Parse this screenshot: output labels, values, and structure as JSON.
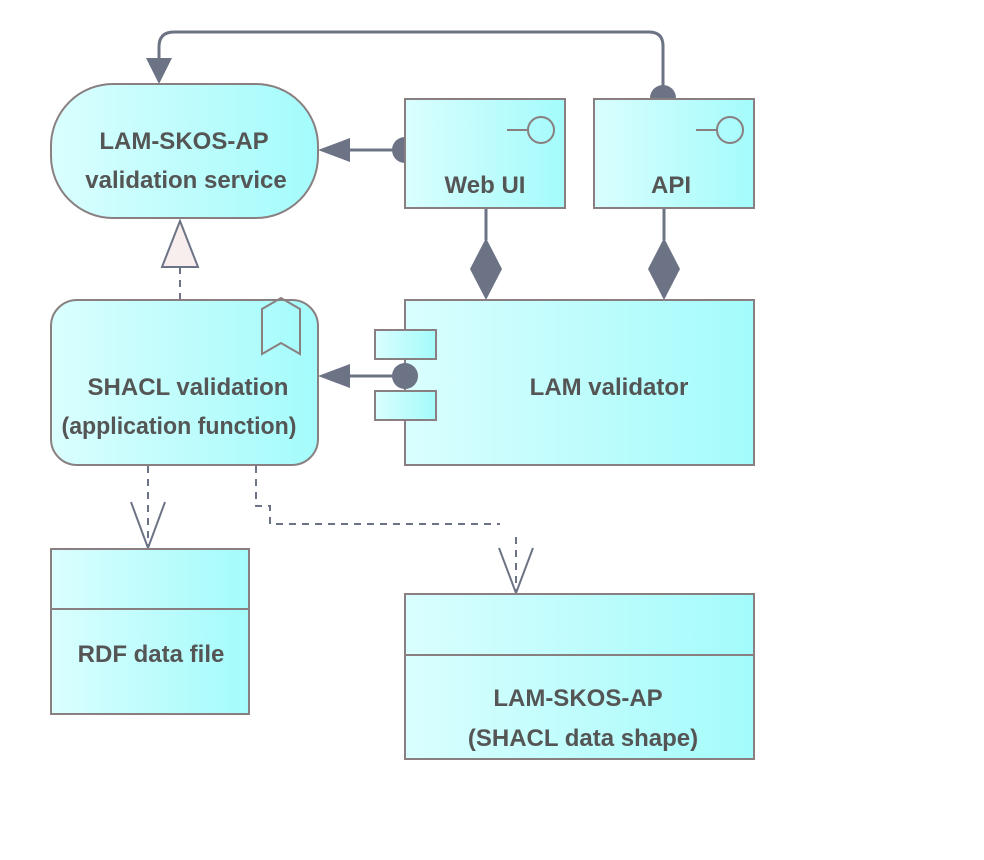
{
  "nodes": {
    "validation_service": {
      "line1": "LAM-SKOS-AP",
      "line2": "validation service"
    },
    "web_ui": {
      "label": "Web UI"
    },
    "api": {
      "label": "API"
    },
    "shacl_validation": {
      "line1": "SHACL validation",
      "line2": "(application function)"
    },
    "lam_validator": {
      "label": "LAM validator"
    },
    "rdf_data_file": {
      "label": "RDF data file"
    },
    "shacl_data_shape": {
      "line1": "LAM-SKOS-AP",
      "line2": "(SHACL data shape)"
    }
  },
  "colors": {
    "fill_light": "#d9fdfd",
    "fill_dark": "#a6fafa",
    "border": "#8a7f80",
    "connector": "#6b7385",
    "text": "#555555"
  }
}
